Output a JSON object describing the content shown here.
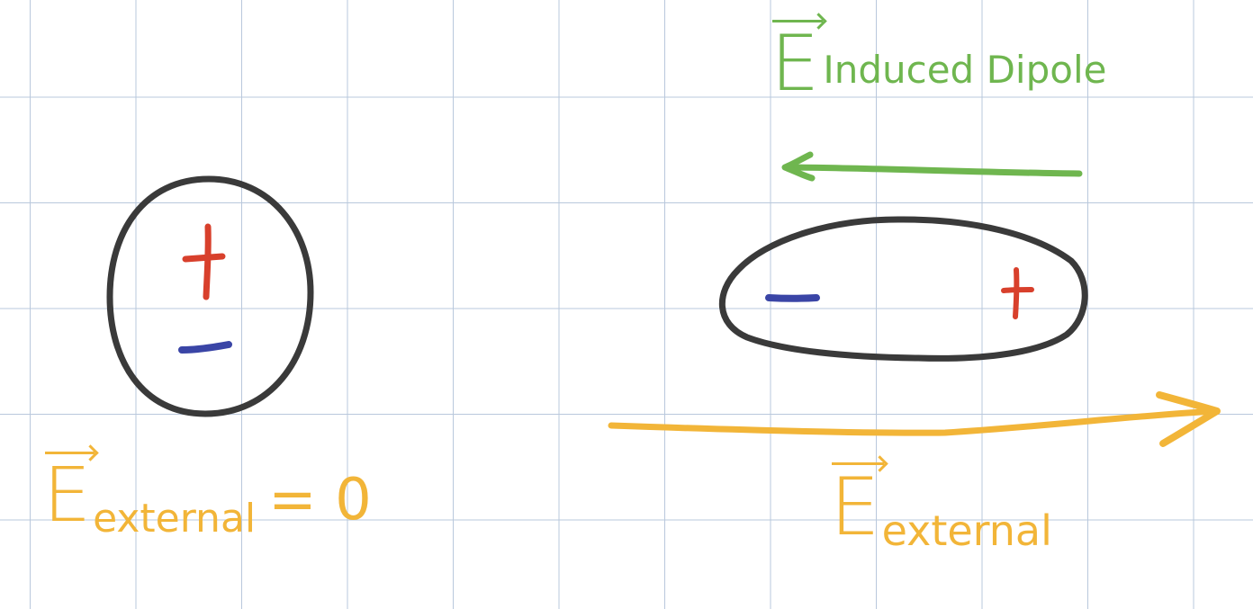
{
  "colors": {
    "outline": "#3a3a3a",
    "positive": "#d8402c",
    "negative": "#3a45a6",
    "external_field": "#f2b538",
    "induced_field": "#6fb64f",
    "grid": "#b9c8dc"
  },
  "unpolarized_atom": {
    "positive_sign": "+",
    "negative_sign": "−",
    "field_symbol": "E",
    "field_subscript": "external",
    "equation": "= 0"
  },
  "polarized_atom": {
    "positive_sign": "+",
    "negative_sign": "−",
    "external_field_symbol": "E",
    "external_field_subscript": "external",
    "induced_field_symbol": "E",
    "induced_field_subscript": "Induced Dipole"
  }
}
